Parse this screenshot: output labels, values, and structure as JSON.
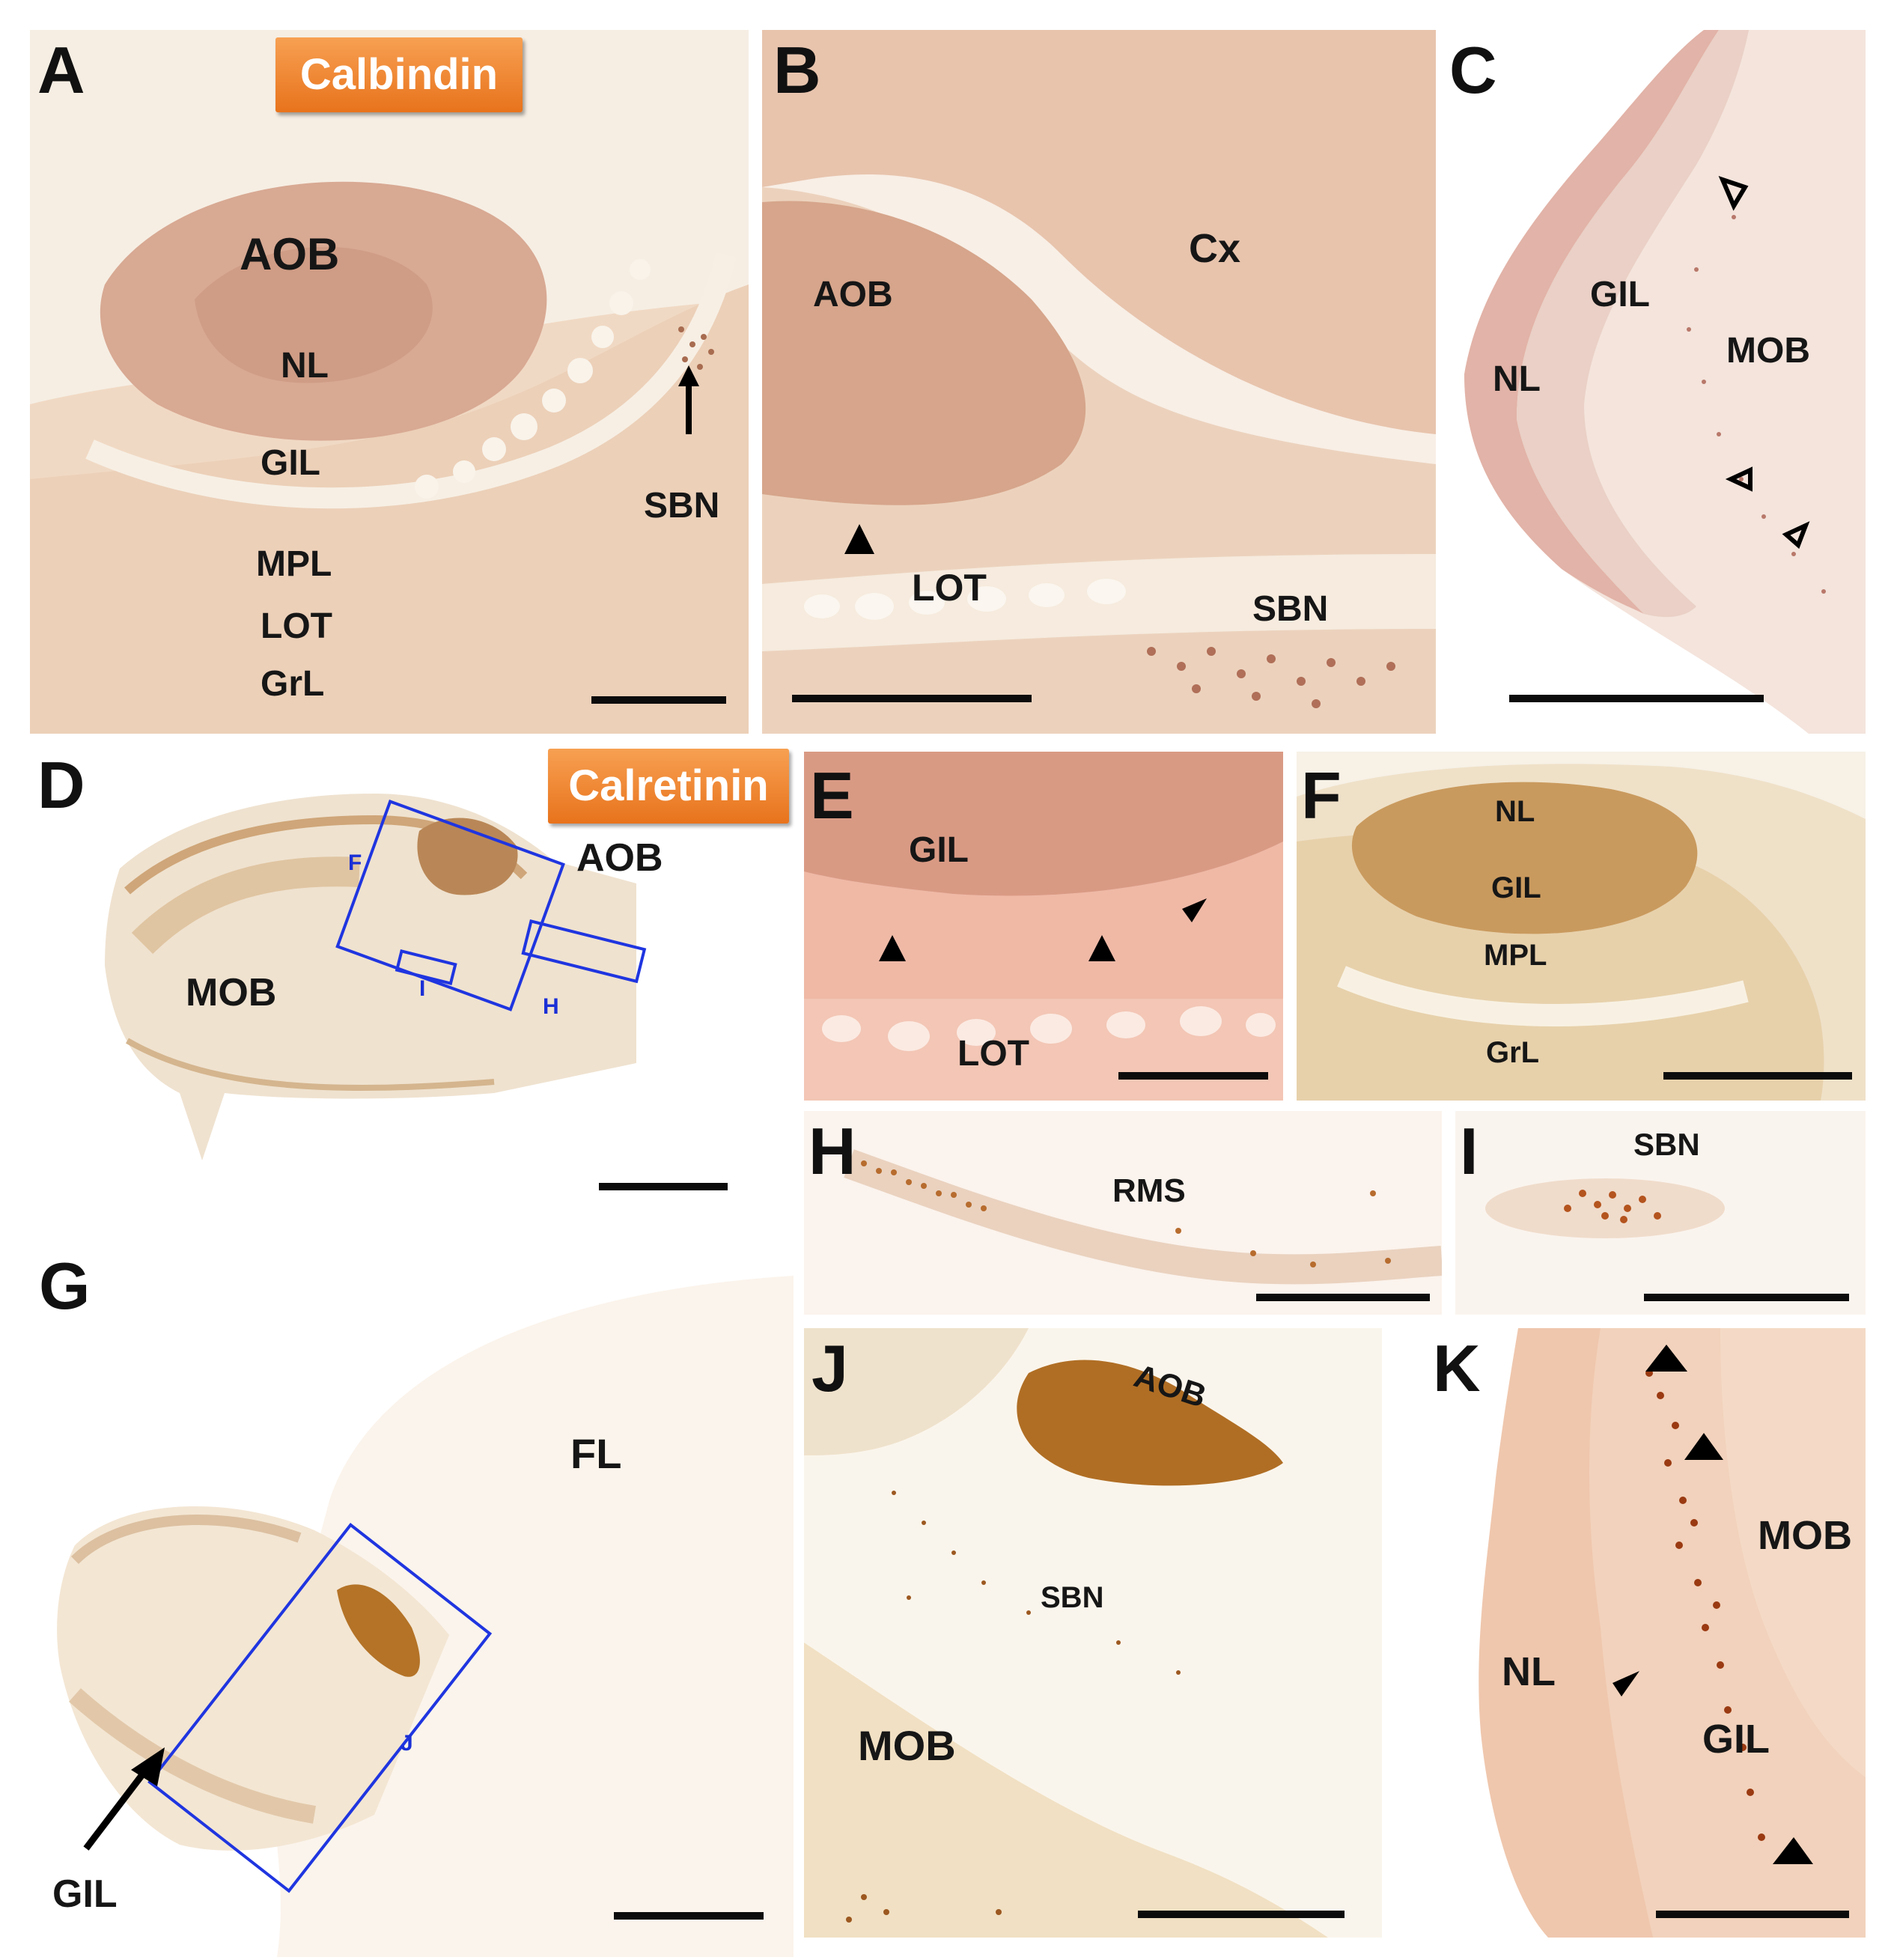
{
  "stains": {
    "calbindin": "Calbindin",
    "calretinin": "Calretinin"
  },
  "panels": {
    "A": {
      "letter": "A",
      "labels": [
        "AOB",
        "NL",
        "GIL",
        "MPL",
        "LOT",
        "GrL",
        "SBN"
      ]
    },
    "B": {
      "letter": "B",
      "labels": [
        "AOB",
        "Cx",
        "LOT",
        "SBN"
      ]
    },
    "C": {
      "letter": "C",
      "labels": [
        "GIL",
        "MOB",
        "NL"
      ]
    },
    "D": {
      "letter": "D",
      "labels": [
        "AOB",
        "MOB"
      ],
      "boxes": [
        "F",
        "I",
        "H"
      ]
    },
    "E": {
      "letter": "E",
      "labels": [
        "GIL",
        "LOT"
      ]
    },
    "F": {
      "letter": "F",
      "labels": [
        "NL",
        "GIL",
        "MPL",
        "GrL"
      ]
    },
    "G": {
      "letter": "G",
      "labels": [
        "FL",
        "GIL"
      ],
      "boxes": [
        "J"
      ]
    },
    "H": {
      "letter": "H",
      "labels": [
        "RMS"
      ]
    },
    "I": {
      "letter": "I",
      "labels": [
        "SBN"
      ]
    },
    "J": {
      "letter": "J",
      "labels": [
        "AOB",
        "SBN",
        "MOB"
      ]
    },
    "K": {
      "letter": "K",
      "labels": [
        "MOB",
        "NL",
        "GIL"
      ]
    }
  },
  "colors": {
    "calbindin_stain": "#e9c4ad",
    "calretinin_stain": "#d9b889",
    "dab_dark": "#b9742d",
    "box_blue": "#1f35e0",
    "tag_orange": "#ee7f25"
  }
}
